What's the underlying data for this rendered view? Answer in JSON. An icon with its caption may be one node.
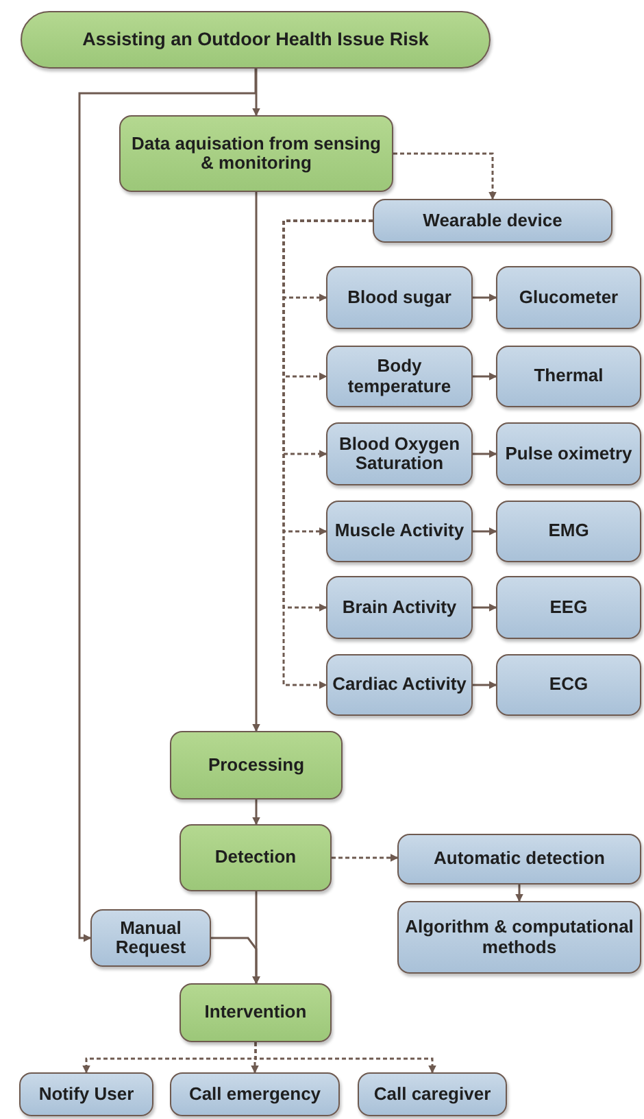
{
  "diagram": {
    "nodes": [
      {
        "text": [
          "Assisting an Outdoor Health Issue Risk"
        ]
      },
      {
        "text": [
          "Data aquisation from sensing & monitoring"
        ]
      },
      {
        "text": [
          "Wearable device"
        ]
      },
      {
        "text": [
          "Blood sugar"
        ]
      },
      {
        "text": [
          "Glucometer"
        ]
      },
      {
        "text": [
          "Body temperature"
        ]
      },
      {
        "text": [
          "Thermal"
        ]
      },
      {
        "text": [
          "Blood Oxygen Saturation"
        ]
      },
      {
        "text": [
          "Pulse oximetry"
        ]
      },
      {
        "text": [
          "Muscle Activity"
        ]
      },
      {
        "text": [
          "EMG"
        ]
      },
      {
        "text": [
          "Brain Activity"
        ]
      },
      {
        "text": [
          "EEG"
        ]
      },
      {
        "text": [
          "Cardiac Activity"
        ]
      },
      {
        "text": [
          "ECG"
        ]
      },
      {
        "text": [
          "Processing"
        ]
      },
      {
        "text": [
          "Detection"
        ]
      },
      {
        "text": [
          "Automatic detection"
        ]
      },
      {
        "text": [
          "Algorithm & computational methods"
        ]
      },
      {
        "text": [
          "Manual Request"
        ]
      },
      {
        "text": [
          "Intervention"
        ]
      },
      {
        "text": [
          "Notify User"
        ]
      },
      {
        "text": [
          "Call emergency"
        ]
      },
      {
        "text": [
          "Call caregiver"
        ]
      }
    ],
    "edges": [
      {
        "from": 0,
        "to": 1,
        "arrow": "to"
      },
      {
        "from": 0,
        "to": 19,
        "arrow": "to"
      },
      {
        "from": 1,
        "to": 2,
        "arrow": "to",
        "style": "dashed"
      },
      {
        "from": 1,
        "to": 15,
        "arrow": "to"
      },
      {
        "from": 2,
        "to": 3,
        "arrow": "to",
        "style": "dashed"
      },
      {
        "from": 2,
        "to": 5,
        "arrow": "to",
        "style": "dashed"
      },
      {
        "from": 2,
        "to": 7,
        "arrow": "to",
        "style": "dashed"
      },
      {
        "from": 2,
        "to": 9,
        "arrow": "to",
        "style": "dashed"
      },
      {
        "from": 2,
        "to": 11,
        "arrow": "to",
        "style": "dashed"
      },
      {
        "from": 2,
        "to": 13,
        "arrow": "to",
        "style": "dashed"
      },
      {
        "from": 3,
        "to": 4,
        "arrow": "to"
      },
      {
        "from": 5,
        "to": 6,
        "arrow": "to"
      },
      {
        "from": 7,
        "to": 8,
        "arrow": "to"
      },
      {
        "from": 9,
        "to": 10,
        "arrow": "to"
      },
      {
        "from": 11,
        "to": 12,
        "arrow": "to"
      },
      {
        "from": 13,
        "to": 14,
        "arrow": "to"
      },
      {
        "from": 15,
        "to": 16,
        "arrow": "to"
      },
      {
        "from": 16,
        "to": 17,
        "arrow": "to",
        "style": "dashed"
      },
      {
        "from": 17,
        "to": 18,
        "arrow": "to"
      },
      {
        "from": 16,
        "to": 20,
        "arrow": "to"
      },
      {
        "from": 19,
        "to": 20,
        "arrow": "to"
      },
      {
        "from": 20,
        "to": 21,
        "arrow": "to",
        "style": "dashed"
      },
      {
        "from": 20,
        "to": 22,
        "arrow": "to",
        "style": "dashed"
      },
      {
        "from": 20,
        "to": 23,
        "arrow": "to",
        "style": "dashed"
      }
    ]
  }
}
